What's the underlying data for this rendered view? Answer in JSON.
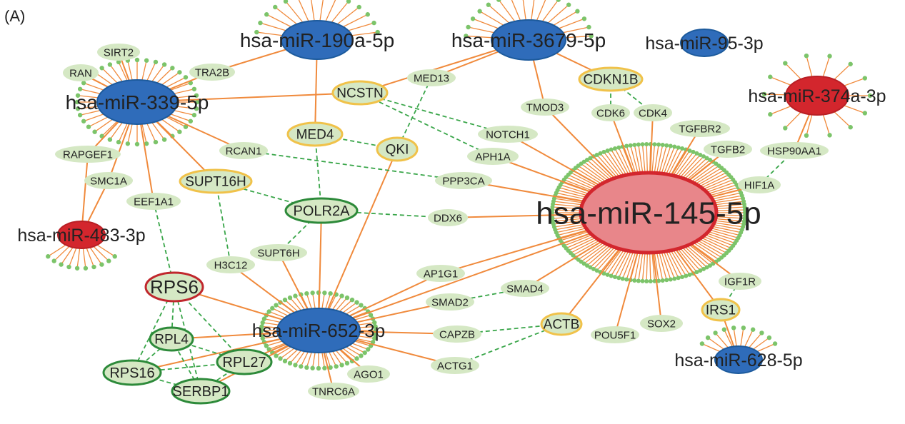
{
  "panel_label": "(A)",
  "colors": {
    "mirna_down": "#2f6cba",
    "mirna_down_border": "#1c5a9c",
    "mirna_up": "#e8868a",
    "mirna_up_border": "#d3262d",
    "mirna_up_dark": "#d3262d",
    "target_fill": "#d5e8c4",
    "gene_yellow_border": "#f0c24a",
    "gene_green_border": "#2d8a3a",
    "gene_red_border": "#c0272d",
    "edge_orange": "#f08a3c",
    "edge_ppi": "#3aa64a",
    "leaf": "#7cc46a"
  },
  "nodes": [
    {
      "id": "mir190",
      "label": "hsa-miR-190a-5p",
      "kind": "mirna_down",
      "leaves": 14
    },
    {
      "id": "mir3679",
      "label": "hsa-miR-3679-5p",
      "kind": "mirna_down",
      "leaves": 16
    },
    {
      "id": "mir95",
      "label": "hsa-miR-95-3p",
      "kind": "mirna_down",
      "leaves": 0
    },
    {
      "id": "mir374",
      "label": "hsa-miR-374a-3p",
      "kind": "mirna_up_dark",
      "leaves": 14
    },
    {
      "id": "mir339",
      "label": "hsa-miR-339-5p",
      "kind": "mirna_down",
      "leaves": 40
    },
    {
      "id": "mir145",
      "label": "hsa-miR-145-5p",
      "kind": "mirna_up",
      "leaves": 150
    },
    {
      "id": "mir483",
      "label": "hsa-miR-483-3p",
      "kind": "mirna_up_dark",
      "leaves": 10
    },
    {
      "id": "mir652",
      "label": "hsa-miR-652-3p",
      "kind": "mirna_down",
      "leaves": 60
    },
    {
      "id": "mir628",
      "label": "hsa-miR-628-5p",
      "kind": "mirna_down",
      "leaves": 10
    },
    {
      "id": "SIRT2",
      "label": "SIRT2",
      "kind": "target"
    },
    {
      "id": "RAN",
      "label": "RAN",
      "kind": "target"
    },
    {
      "id": "TRA2B",
      "label": "TRA2B",
      "kind": "target"
    },
    {
      "id": "MED13",
      "label": "MED13",
      "kind": "target"
    },
    {
      "id": "CDKN1B",
      "label": "CDKN1B",
      "kind": "gene_yellow"
    },
    {
      "id": "NCSTN",
      "label": "NCSTN",
      "kind": "gene_yellow"
    },
    {
      "id": "TMOD3",
      "label": "TMOD3",
      "kind": "target"
    },
    {
      "id": "CDK6",
      "label": "CDK6",
      "kind": "target"
    },
    {
      "id": "CDK4",
      "label": "CDK4",
      "kind": "target"
    },
    {
      "id": "MED4",
      "label": "MED4",
      "kind": "gene_yellow"
    },
    {
      "id": "QKI",
      "label": "QKI",
      "kind": "gene_yellow"
    },
    {
      "id": "NOTCH1",
      "label": "NOTCH1",
      "kind": "target"
    },
    {
      "id": "TGFBR2",
      "label": "TGFBR2",
      "kind": "target"
    },
    {
      "id": "TGFB2",
      "label": "TGFB2",
      "kind": "target"
    },
    {
      "id": "HSP90AA1",
      "label": "HSP90AA1",
      "kind": "target"
    },
    {
      "id": "RAPGEF1",
      "label": "RAPGEF1",
      "kind": "target"
    },
    {
      "id": "RCAN1",
      "label": "RCAN1",
      "kind": "target"
    },
    {
      "id": "APH1A",
      "label": "APH1A",
      "kind": "target"
    },
    {
      "id": "SMC1A",
      "label": "SMC1A",
      "kind": "target"
    },
    {
      "id": "SUPT16H",
      "label": "SUPT16H",
      "kind": "gene_yellow"
    },
    {
      "id": "PPP3CA",
      "label": "PPP3CA",
      "kind": "target"
    },
    {
      "id": "HIF1A",
      "label": "HIF1A",
      "kind": "target"
    },
    {
      "id": "EEF1A1",
      "label": "EEF1A1",
      "kind": "target"
    },
    {
      "id": "POLR2A",
      "label": "POLR2A",
      "kind": "gene_green"
    },
    {
      "id": "DDX6",
      "label": "DDX6",
      "kind": "target"
    },
    {
      "id": "H3C12",
      "label": "H3C12",
      "kind": "target"
    },
    {
      "id": "SUPT6H",
      "label": "SUPT6H",
      "kind": "target"
    },
    {
      "id": "AP1G1",
      "label": "AP1G1",
      "kind": "target"
    },
    {
      "id": "IGF1R",
      "label": "IGF1R",
      "kind": "target"
    },
    {
      "id": "RPS6",
      "label": "RPS6",
      "kind": "gene_red"
    },
    {
      "id": "SMAD4",
      "label": "SMAD4",
      "kind": "target"
    },
    {
      "id": "SMAD2",
      "label": "SMAD2",
      "kind": "target"
    },
    {
      "id": "IRS1",
      "label": "IRS1",
      "kind": "gene_yellow"
    },
    {
      "id": "RPL4",
      "label": "RPL4",
      "kind": "gene_green"
    },
    {
      "id": "ACTB",
      "label": "ACTB",
      "kind": "gene_yellow"
    },
    {
      "id": "CAPZB",
      "label": "CAPZB",
      "kind": "target"
    },
    {
      "id": "SOX2",
      "label": "SOX2",
      "kind": "target"
    },
    {
      "id": "POU5F1",
      "label": "POU5F1",
      "kind": "target"
    },
    {
      "id": "RPL27",
      "label": "RPL27",
      "kind": "gene_green"
    },
    {
      "id": "RPS16",
      "label": "RPS16",
      "kind": "gene_green"
    },
    {
      "id": "ACTG1",
      "label": "ACTG1",
      "kind": "target"
    },
    {
      "id": "AGO1",
      "label": "AGO1",
      "kind": "target"
    },
    {
      "id": "SERBP1",
      "label": "SERBP1",
      "kind": "gene_green"
    },
    {
      "id": "TNRC6A",
      "label": "TNRC6A",
      "kind": "target"
    }
  ],
  "edges": [
    {
      "s": "mir339",
      "t": "SIRT2",
      "type": "regulation"
    },
    {
      "s": "mir339",
      "t": "RAN",
      "type": "regulation"
    },
    {
      "s": "mir339",
      "t": "TRA2B",
      "type": "regulation"
    },
    {
      "s": "mir339",
      "t": "NCSTN",
      "type": "regulation"
    },
    {
      "s": "mir339",
      "t": "RCAN1",
      "type": "regulation"
    },
    {
      "s": "mir339",
      "t": "SUPT16H",
      "type": "regulation"
    },
    {
      "s": "mir339",
      "t": "EEF1A1",
      "type": "regulation"
    },
    {
      "s": "mir339",
      "t": "RAPGEF1",
      "type": "regulation"
    },
    {
      "s": "mir339",
      "t": "SMC1A",
      "type": "regulation"
    },
    {
      "s": "mir190",
      "t": "TRA2B",
      "type": "regulation"
    },
    {
      "s": "mir190",
      "t": "MED4",
      "type": "regulation"
    },
    {
      "s": "mir3679",
      "t": "MED13",
      "type": "regulation"
    },
    {
      "s": "mir3679",
      "t": "NCSTN",
      "type": "regulation"
    },
    {
      "s": "mir3679",
      "t": "TMOD3",
      "type": "regulation"
    },
    {
      "s": "mir3679",
      "t": "CDKN1B",
      "type": "regulation"
    },
    {
      "s": "mir374",
      "t": "HSP90AA1",
      "type": "regulation"
    },
    {
      "s": "mir483",
      "t": "RAPGEF1",
      "type": "regulation"
    },
    {
      "s": "mir483",
      "t": "SMC1A",
      "type": "regulation"
    },
    {
      "s": "mir628",
      "t": "IRS1",
      "type": "regulation"
    },
    {
      "s": "mir145",
      "t": "TMOD3",
      "type": "regulation"
    },
    {
      "s": "mir145",
      "t": "CDK6",
      "type": "regulation"
    },
    {
      "s": "mir145",
      "t": "CDK4",
      "type": "regulation"
    },
    {
      "s": "mir145",
      "t": "TGFBR2",
      "type": "regulation"
    },
    {
      "s": "mir145",
      "t": "TGFB2",
      "type": "regulation"
    },
    {
      "s": "mir145",
      "t": "HIF1A",
      "type": "regulation"
    },
    {
      "s": "mir145",
      "t": "NOTCH1",
      "type": "regulation"
    },
    {
      "s": "mir145",
      "t": "APH1A",
      "type": "regulation"
    },
    {
      "s": "mir145",
      "t": "PPP3CA",
      "type": "regulation"
    },
    {
      "s": "mir145",
      "t": "DDX6",
      "type": "regulation"
    },
    {
      "s": "mir145",
      "t": "AP1G1",
      "type": "regulation"
    },
    {
      "s": "mir145",
      "t": "SMAD4",
      "type": "regulation"
    },
    {
      "s": "mir145",
      "t": "ACTB",
      "type": "regulation"
    },
    {
      "s": "mir145",
      "t": "POU5F1",
      "type": "regulation"
    },
    {
      "s": "mir145",
      "t": "SOX2",
      "type": "regulation"
    },
    {
      "s": "mir145",
      "t": "IRS1",
      "type": "regulation"
    },
    {
      "s": "mir145",
      "t": "IGF1R",
      "type": "regulation"
    },
    {
      "s": "mir145",
      "t": "mir652",
      "type": "regulation"
    },
    {
      "s": "mir652",
      "t": "RPS6",
      "type": "regulation"
    },
    {
      "s": "mir652",
      "t": "RPL4",
      "type": "regulation"
    },
    {
      "s": "mir652",
      "t": "RPL27",
      "type": "regulation"
    },
    {
      "s": "mir652",
      "t": "RPS16",
      "type": "regulation"
    },
    {
      "s": "mir652",
      "t": "SERBP1",
      "type": "regulation"
    },
    {
      "s": "mir652",
      "t": "TNRC6A",
      "type": "regulation"
    },
    {
      "s": "mir652",
      "t": "AGO1",
      "type": "regulation"
    },
    {
      "s": "mir652",
      "t": "ACTG1",
      "type": "regulation"
    },
    {
      "s": "mir652",
      "t": "CAPZB",
      "type": "regulation"
    },
    {
      "s": "mir652",
      "t": "SMAD2",
      "type": "regulation"
    },
    {
      "s": "mir652",
      "t": "AP1G1",
      "type": "regulation"
    },
    {
      "s": "mir652",
      "t": "H3C12",
      "type": "regulation"
    },
    {
      "s": "mir652",
      "t": "SUPT6H",
      "type": "regulation"
    },
    {
      "s": "mir652",
      "t": "POLR2A",
      "type": "regulation"
    },
    {
      "s": "mir652",
      "t": "QKI",
      "type": "regulation"
    },
    {
      "s": "NCSTN",
      "t": "NOTCH1",
      "type": "ppi"
    },
    {
      "s": "NCSTN",
      "t": "APH1A",
      "type": "ppi"
    },
    {
      "s": "MED13",
      "t": "QKI",
      "type": "ppi"
    },
    {
      "s": "CDKN1B",
      "t": "CDK6",
      "type": "ppi"
    },
    {
      "s": "CDKN1B",
      "t": "CDK4",
      "type": "ppi"
    },
    {
      "s": "MED4",
      "t": "QKI",
      "type": "ppi"
    },
    {
      "s": "MED4",
      "t": "POLR2A",
      "type": "ppi"
    },
    {
      "s": "RCAN1",
      "t": "PPP3CA",
      "type": "ppi"
    },
    {
      "s": "SUPT16H",
      "t": "POLR2A",
      "type": "ppi"
    },
    {
      "s": "SUPT16H",
      "t": "H3C12",
      "type": "ppi"
    },
    {
      "s": "POLR2A",
      "t": "DDX6",
      "type": "ppi"
    },
    {
      "s": "POLR2A",
      "t": "SUPT6H",
      "type": "ppi"
    },
    {
      "s": "HSP90AA1",
      "t": "HIF1A",
      "type": "ppi"
    },
    {
      "s": "IGF1R",
      "t": "IRS1",
      "type": "ppi"
    },
    {
      "s": "SMAD2",
      "t": "SMAD4",
      "type": "ppi"
    },
    {
      "s": "CAPZB",
      "t": "ACTB",
      "type": "ppi"
    },
    {
      "s": "ACTG1",
      "t": "ACTB",
      "type": "ppi"
    },
    {
      "s": "EEF1A1",
      "t": "RPS6",
      "type": "ppi"
    },
    {
      "s": "RPS6",
      "t": "RPL4",
      "type": "ppi"
    },
    {
      "s": "RPS6",
      "t": "RPS16",
      "type": "ppi"
    },
    {
      "s": "RPS6",
      "t": "RPL27",
      "type": "ppi"
    },
    {
      "s": "RPS6",
      "t": "SERBP1",
      "type": "ppi"
    },
    {
      "s": "RPL4",
      "t": "RPL27",
      "type": "ppi"
    },
    {
      "s": "RPL4",
      "t": "RPS16",
      "type": "ppi"
    },
    {
      "s": "RPL4",
      "t": "SERBP1",
      "type": "ppi"
    },
    {
      "s": "RPS16",
      "t": "RPL27",
      "type": "ppi"
    },
    {
      "s": "RPS16",
      "t": "SERBP1",
      "type": "ppi"
    },
    {
      "s": "RPL27",
      "t": "SERBP1",
      "type": "ppi"
    }
  ]
}
